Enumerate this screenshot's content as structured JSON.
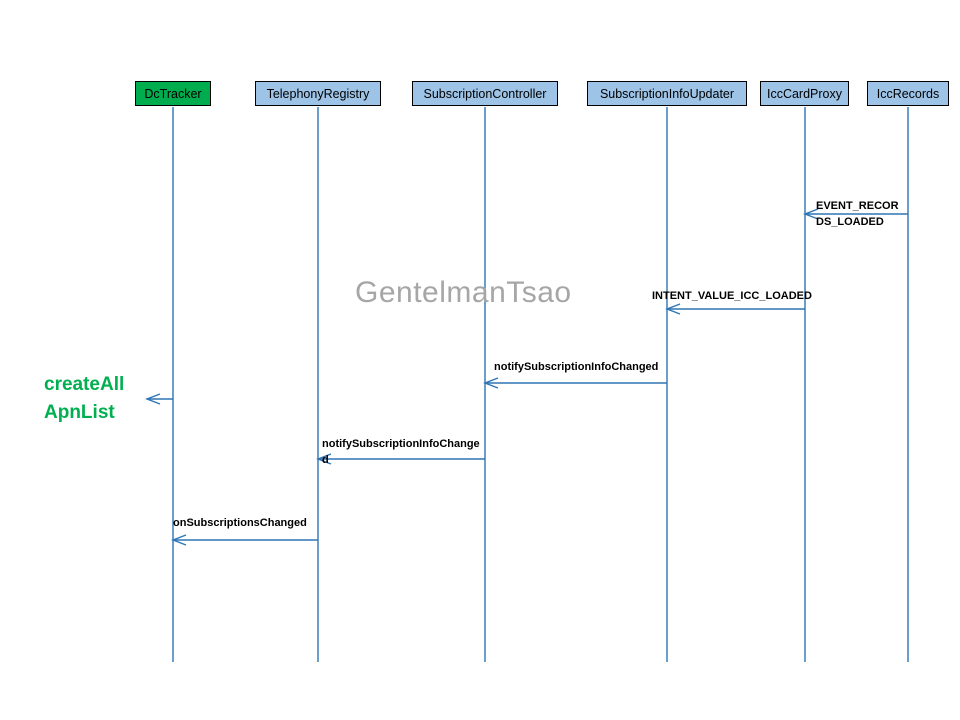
{
  "diagram": {
    "type": "sequence-diagram",
    "watermark": "GentelmanTsao",
    "actors": [
      {
        "label": "DcTracker",
        "highlighted": true
      },
      {
        "label": "TelephonyRegistry",
        "highlighted": false
      },
      {
        "label": "SubscriptionController",
        "highlighted": false
      },
      {
        "label": "SubscriptionInfoUpdater",
        "highlighted": false
      },
      {
        "label": "IccCardProxy",
        "highlighted": false
      },
      {
        "label": "IccRecords",
        "highlighted": false
      }
    ],
    "messages": [
      {
        "name": "EVENT_RECORDS_LOADED",
        "from": "IccRecords",
        "to": "IccCardProxy",
        "lines": [
          "EVENT_RECOR",
          "DS_LOADED"
        ]
      },
      {
        "name": "INTENT_VALUE_ICC_LOADED",
        "from": "IccCardProxy",
        "to": "SubscriptionInfoUpdater",
        "lines": [
          "INTENT_VALUE_ICC_LOADED"
        ]
      },
      {
        "name": "notifySubscriptionInfoChanged",
        "from": "SubscriptionInfoUpdater",
        "to": "SubscriptionController",
        "lines": [
          "notifySubscriptionInfoChanged"
        ]
      },
      {
        "name": "createAllApnList",
        "from": "DcTracker",
        "to": "DcTracker",
        "emphasized": true,
        "lines": [
          "createAll",
          "ApnList"
        ]
      },
      {
        "name": "notifySubscriptionInfoChanged",
        "from": "SubscriptionController",
        "to": "TelephonyRegistry",
        "lines": [
          "notifySubscriptionInfoChange",
          "d"
        ]
      },
      {
        "name": "onSubscriptionsChanged",
        "from": "TelephonyRegistry",
        "to": "DcTracker",
        "lines": [
          "onSubscriptionsChanged"
        ]
      }
    ],
    "colors": {
      "actor_fill": "#9DC3E6",
      "actor_fill_highlight": "#00AD4E",
      "actor_border": "#000000",
      "line_blue": "#2E75B6",
      "message_text": "#000000",
      "emphasis_green": "#00B050",
      "watermark_gray": "#A6A6A6"
    }
  }
}
